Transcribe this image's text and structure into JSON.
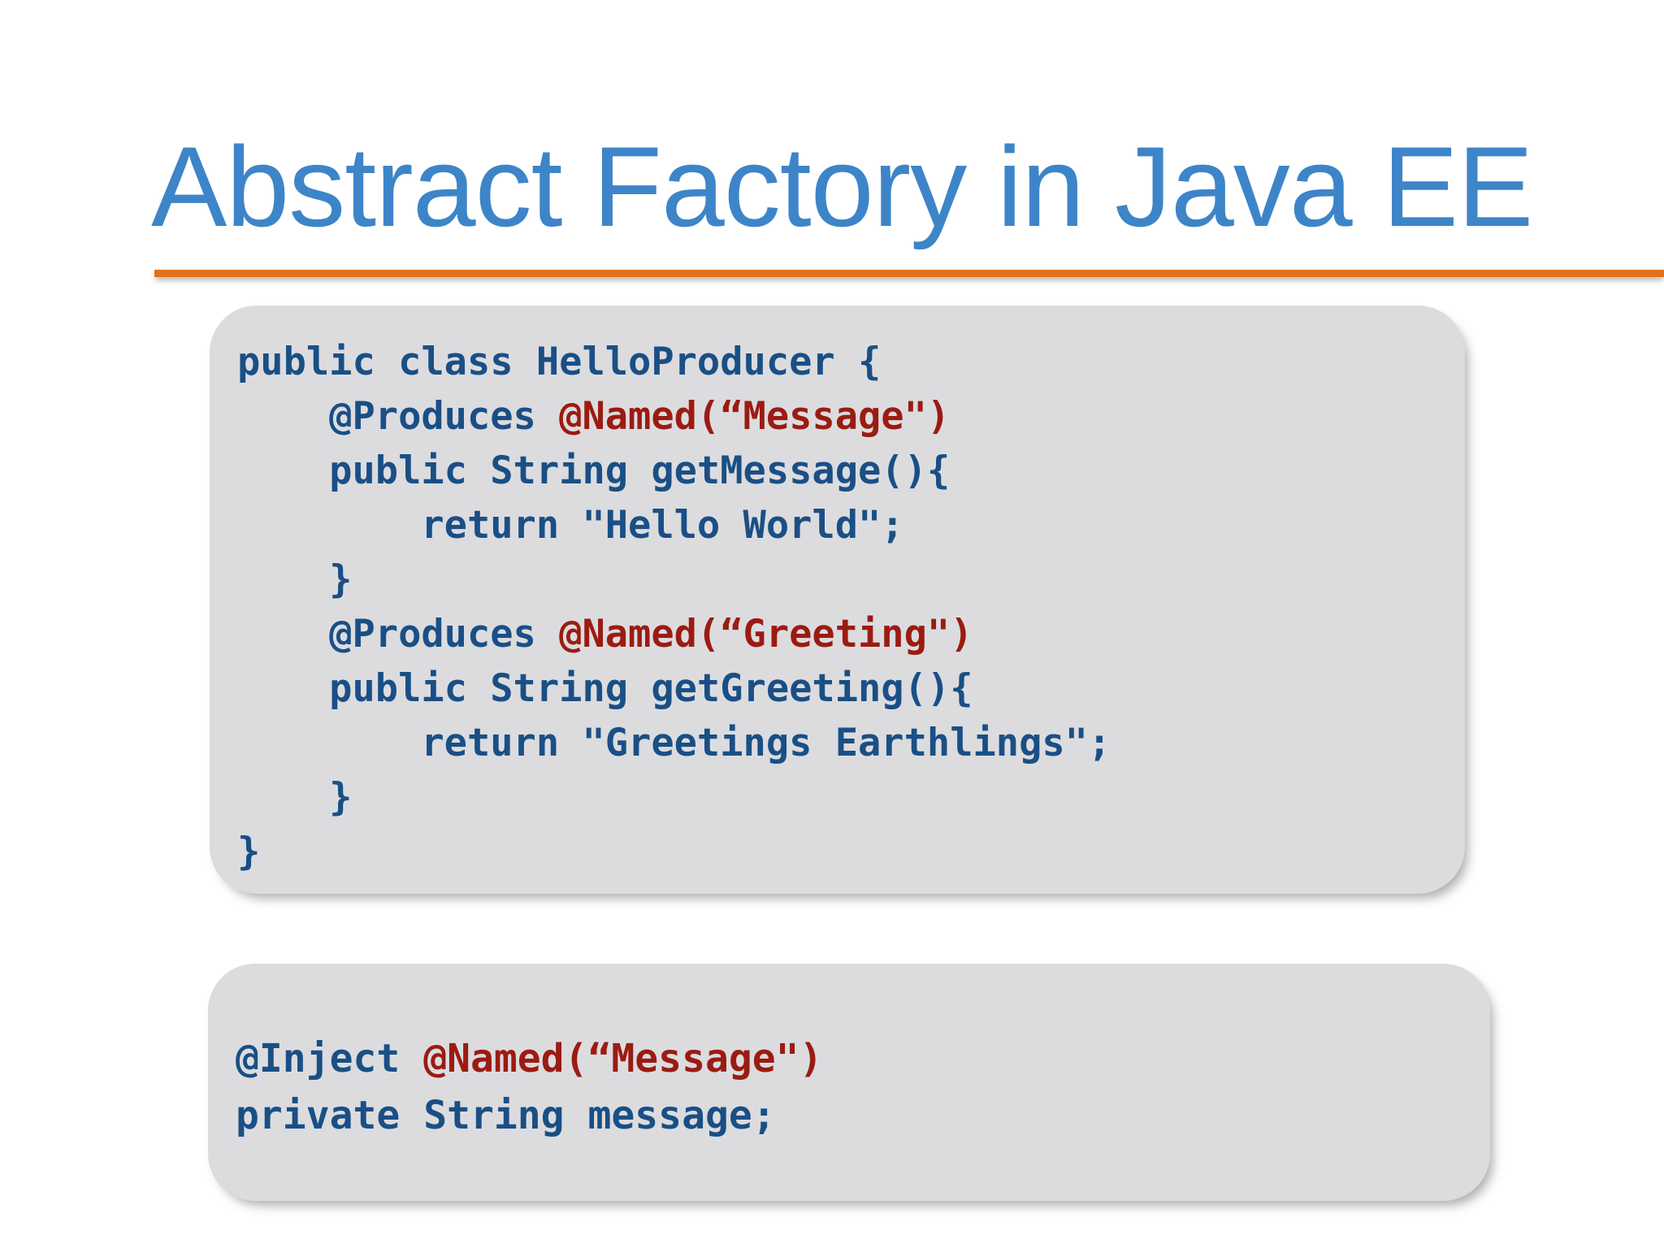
{
  "slide": {
    "title": "Abstract Factory in Java EE",
    "accent_color": "#e2711d",
    "title_color": "#3d85c8",
    "panel_bg_color": "#dcdcdf",
    "code_color": "#1a4f85",
    "annotation_color": "#9b1b12",
    "background_color": "#ffffff"
  },
  "code_panels": [
    {
      "id": "producer",
      "lines": [
        {
          "segments": [
            {
              "text": "public class HelloProducer {",
              "kind": "code"
            }
          ]
        },
        {
          "segments": [
            {
              "text": "    @Produces ",
              "kind": "code"
            },
            {
              "text": "@Named(“Message\")",
              "kind": "annotation"
            }
          ]
        },
        {
          "segments": [
            {
              "text": "    public String getMessage(){",
              "kind": "code"
            }
          ]
        },
        {
          "segments": [
            {
              "text": "        return \"Hello World\";",
              "kind": "code"
            }
          ]
        },
        {
          "segments": [
            {
              "text": "    }",
              "kind": "code"
            }
          ]
        },
        {
          "segments": [
            {
              "text": "    @Produces ",
              "kind": "code"
            },
            {
              "text": "@Named(“Greeting\")",
              "kind": "annotation"
            }
          ]
        },
        {
          "segments": [
            {
              "text": "    public String getGreeting(){",
              "kind": "code"
            }
          ]
        },
        {
          "segments": [
            {
              "text": "        return \"Greetings Earthlings\";",
              "kind": "code"
            }
          ]
        },
        {
          "segments": [
            {
              "text": "    }",
              "kind": "code"
            }
          ]
        },
        {
          "segments": [
            {
              "text": "}",
              "kind": "code"
            }
          ]
        }
      ]
    },
    {
      "id": "inject",
      "lines": [
        {
          "segments": [
            {
              "text": "@Inject ",
              "kind": "code"
            },
            {
              "text": "@Named(“Message\")",
              "kind": "annotation"
            }
          ]
        },
        {
          "segments": [
            {
              "text": "private String message;",
              "kind": "code"
            }
          ]
        }
      ]
    }
  ]
}
